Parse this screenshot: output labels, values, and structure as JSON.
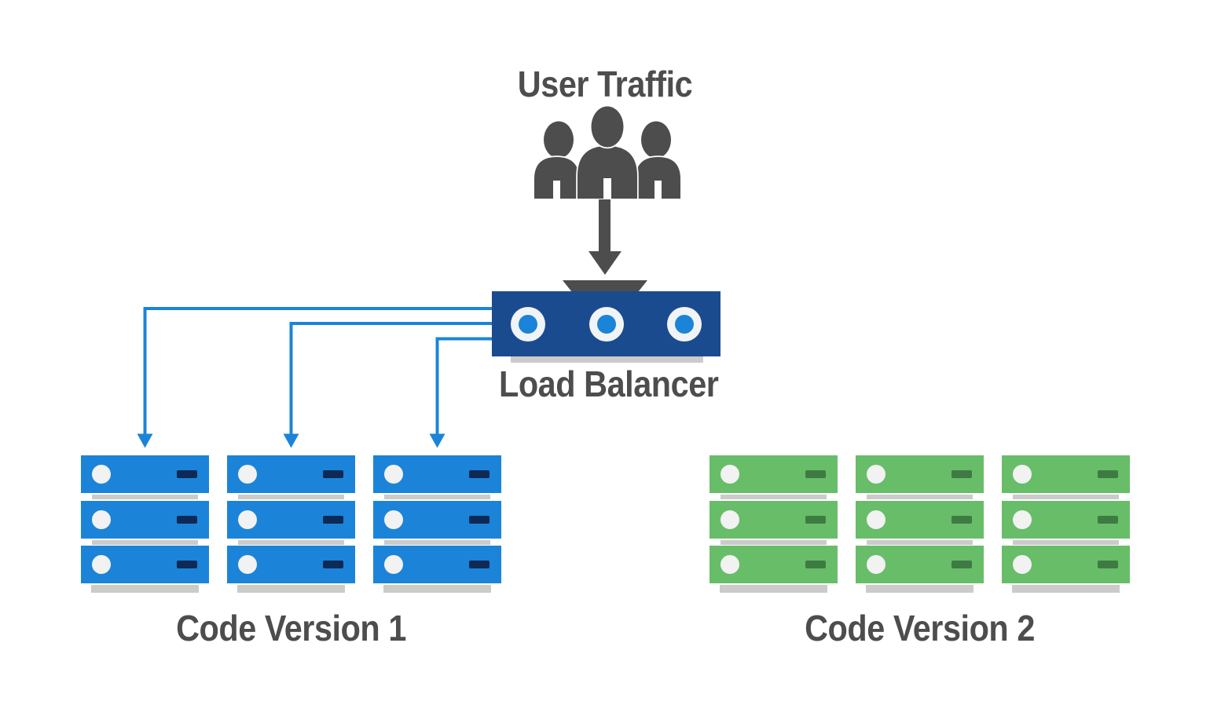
{
  "diagram": {
    "title": "User Traffic",
    "load_balancer": {
      "label": "Load Balancer",
      "ports": 3
    },
    "clusters": [
      {
        "label": "Code Version 1",
        "stacks": 3,
        "units_per_stack": 3,
        "server_color": "#1b84d8",
        "vent_color": "#0d2a56",
        "vent_style": "solid",
        "receives_traffic": true
      },
      {
        "label": "Code Version 2",
        "stacks": 3,
        "units_per_stack": 3,
        "server_color": "#68bd68",
        "vent_color": "#3e7b42",
        "vent_style": "striped",
        "receives_traffic": false
      }
    ],
    "connections": {
      "from": "Load Balancer",
      "to": "Code Version 1",
      "arrow_count": 3
    }
  },
  "icons": {
    "user_group": "user-group-icon",
    "traffic_arrow": "down-arrow-icon",
    "funnel": "funnel-icon",
    "port": "port-icon",
    "led": "server-led-icon",
    "vent": "server-vent-icon"
  },
  "colors": {
    "background": "#ffffff",
    "text": "#4d4d4d",
    "icon_gray": "#4d4d4d",
    "lb_body": "#1b4b8f",
    "accent_blue": "#1b84d8",
    "shadow": "#cbcbcb",
    "led_white": "#f2f2f2",
    "port_ring": "#f1f4f7"
  }
}
